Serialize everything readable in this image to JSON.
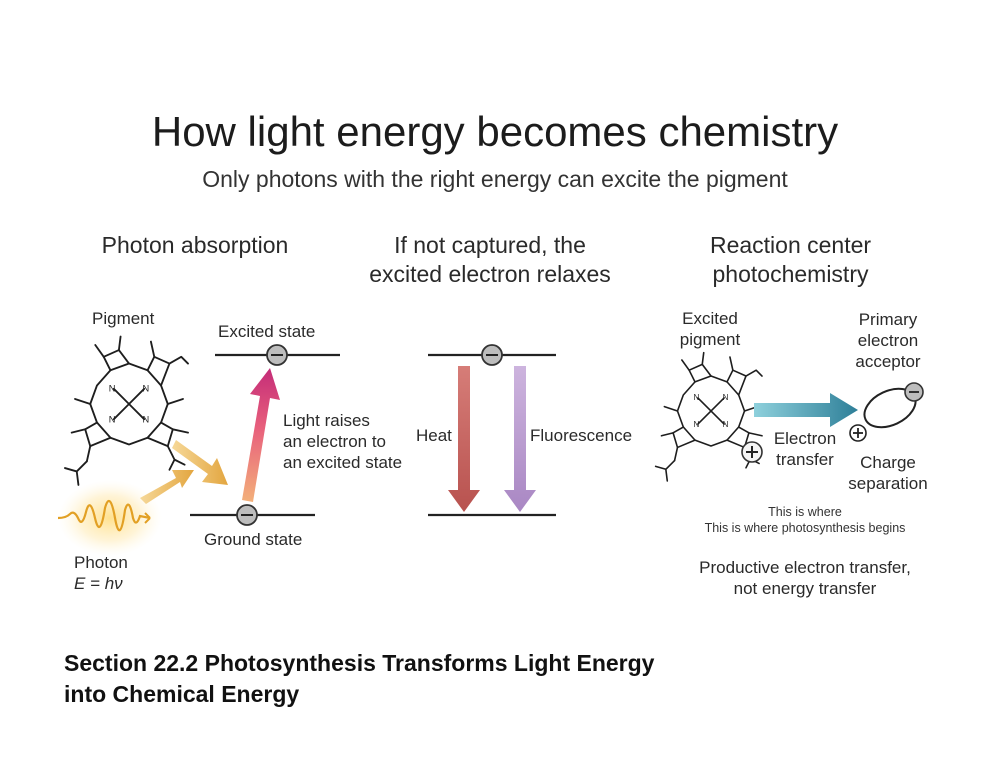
{
  "title": "How light energy becomes chemistry",
  "subtitle": "Only photons with the right energy can excite the pigment",
  "panels": {
    "absorption": {
      "header": "Photon absorption",
      "pigment_label": "Pigment",
      "excited_state": "Excited state",
      "ground_state": "Ground state",
      "light_raises": [
        "Light raises",
        "an electron to",
        "an excited state"
      ],
      "photon_label": "Photon",
      "photon_equation": "E = hν"
    },
    "relaxation": {
      "header": [
        "If not captured, the",
        "excited electron relaxes"
      ],
      "heat": "Heat",
      "fluorescence": "Fluorescence"
    },
    "reaction_center": {
      "header": [
        "Reaction center",
        "photochemistry"
      ],
      "excited_pigment": [
        "Excited",
        "pigment"
      ],
      "acceptor": [
        "Primary",
        "electron",
        "acceptor"
      ],
      "electron_transfer": [
        "Electron",
        "transfer"
      ],
      "charge_separation": [
        "Charge",
        "separation"
      ],
      "note_small_1": "This is where",
      "note_small_2": "This is where photosynthesis begins",
      "productive": [
        "Productive electron transfer,",
        "not energy transfer"
      ]
    }
  },
  "section_title": [
    "Section 22.2 Photosynthesis Transforms Light Energy",
    "into Chemical Energy"
  ],
  "colors": {
    "heat_arrow": "#c0605e",
    "fluorescence_arrow": "#b898cc",
    "excitation_arrow_top": "#c42c78",
    "excitation_arrow_bottom": "#f0a070",
    "photon_arrows": "#e8b04a",
    "transfer_arrow": "#2e8aa0"
  }
}
